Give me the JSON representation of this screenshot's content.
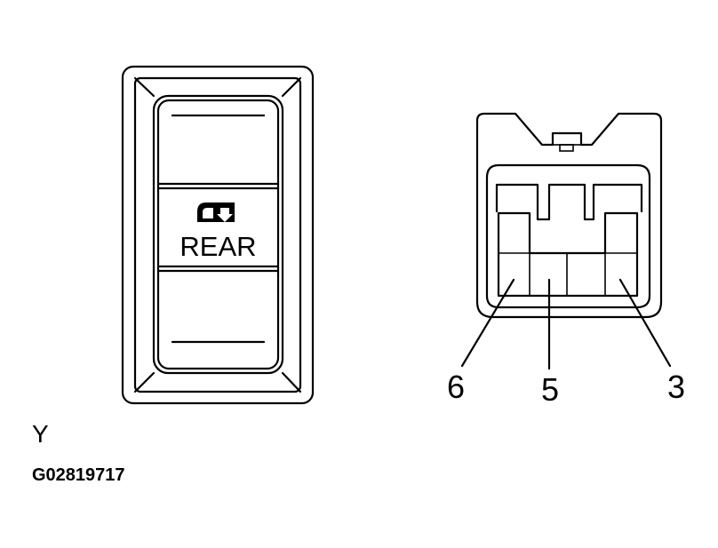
{
  "switch": {
    "label": "REAR",
    "icon": "window-lock-icon"
  },
  "connector": {
    "pins": [
      "6",
      "5",
      "3"
    ]
  },
  "view_letter": "Y",
  "figure_code": "G02819717"
}
